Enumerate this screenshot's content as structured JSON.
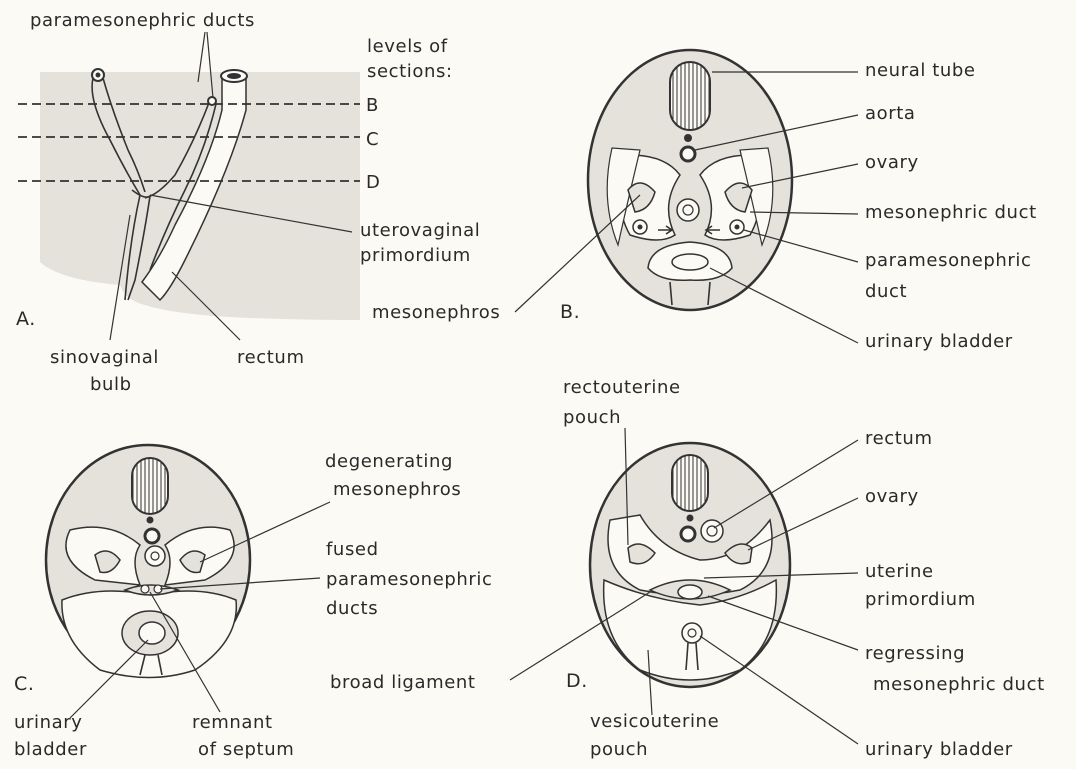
{
  "panelA": {
    "label": "A.",
    "levels": [
      "levels of",
      "sections:"
    ],
    "section_marks": [
      "B",
      "C",
      "D"
    ],
    "paramesonephric_ducts": "paramesonephric ducts",
    "uterovaginal": [
      "uterovaginal",
      "primordium"
    ],
    "sinovaginal": [
      "sinovaginal",
      "bulb"
    ],
    "rectum": "rectum"
  },
  "panelB": {
    "label": "B.",
    "neural_tube": "neural tube",
    "aorta": "aorta",
    "ovary": "ovary",
    "mesonephric_duct": "mesonephric duct",
    "paramesonephric_duct": [
      "paramesonephric",
      "duct"
    ],
    "mesonephros": "mesonephros",
    "urinary_bladder": "urinary bladder"
  },
  "panelC": {
    "label": "C.",
    "degenerating": [
      "degenerating",
      "mesonephros"
    ],
    "fused": [
      "fused",
      "paramesonephric",
      "ducts"
    ],
    "urinary_bladder": [
      "urinary",
      "bladder"
    ],
    "remnant": [
      "remnant",
      "of septum"
    ]
  },
  "panelD": {
    "label": "D.",
    "rectouterine": [
      "rectouterine",
      "pouch"
    ],
    "rectum": "rectum",
    "ovary": "ovary",
    "uterine": [
      "uterine",
      "primordium"
    ],
    "broad_ligament": "broad ligament",
    "regressing": [
      "regressing",
      "mesonephric duct"
    ],
    "vesicouterine": [
      "vesicouterine",
      "pouch"
    ],
    "urinary_bladder": "urinary bladder"
  },
  "colors": {
    "tissue": "#e4e2db",
    "paper": "#fbfaf4",
    "ink": "#2a2a2a"
  }
}
